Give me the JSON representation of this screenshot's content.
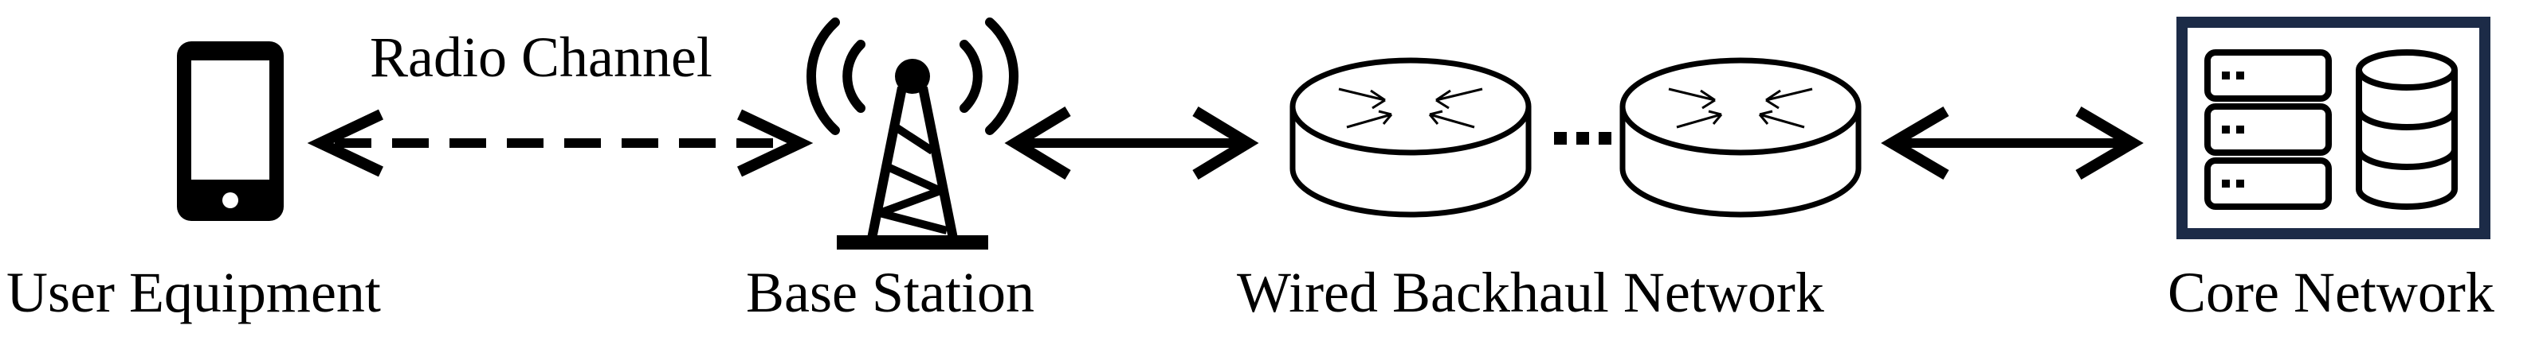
{
  "labels": {
    "user_equipment": "User Equipment",
    "radio_channel": "Radio Channel",
    "base_station": "Base Station",
    "backhaul": "Wired Backhaul Network",
    "core_network": "Core Network"
  },
  "colors": {
    "ink": "#000000",
    "core_frame": "#1c2b47",
    "background": "#ffffff"
  },
  "icons": [
    "smartphone-icon",
    "cell-tower-icon",
    "router-icon",
    "server-icon",
    "database-icon"
  ]
}
